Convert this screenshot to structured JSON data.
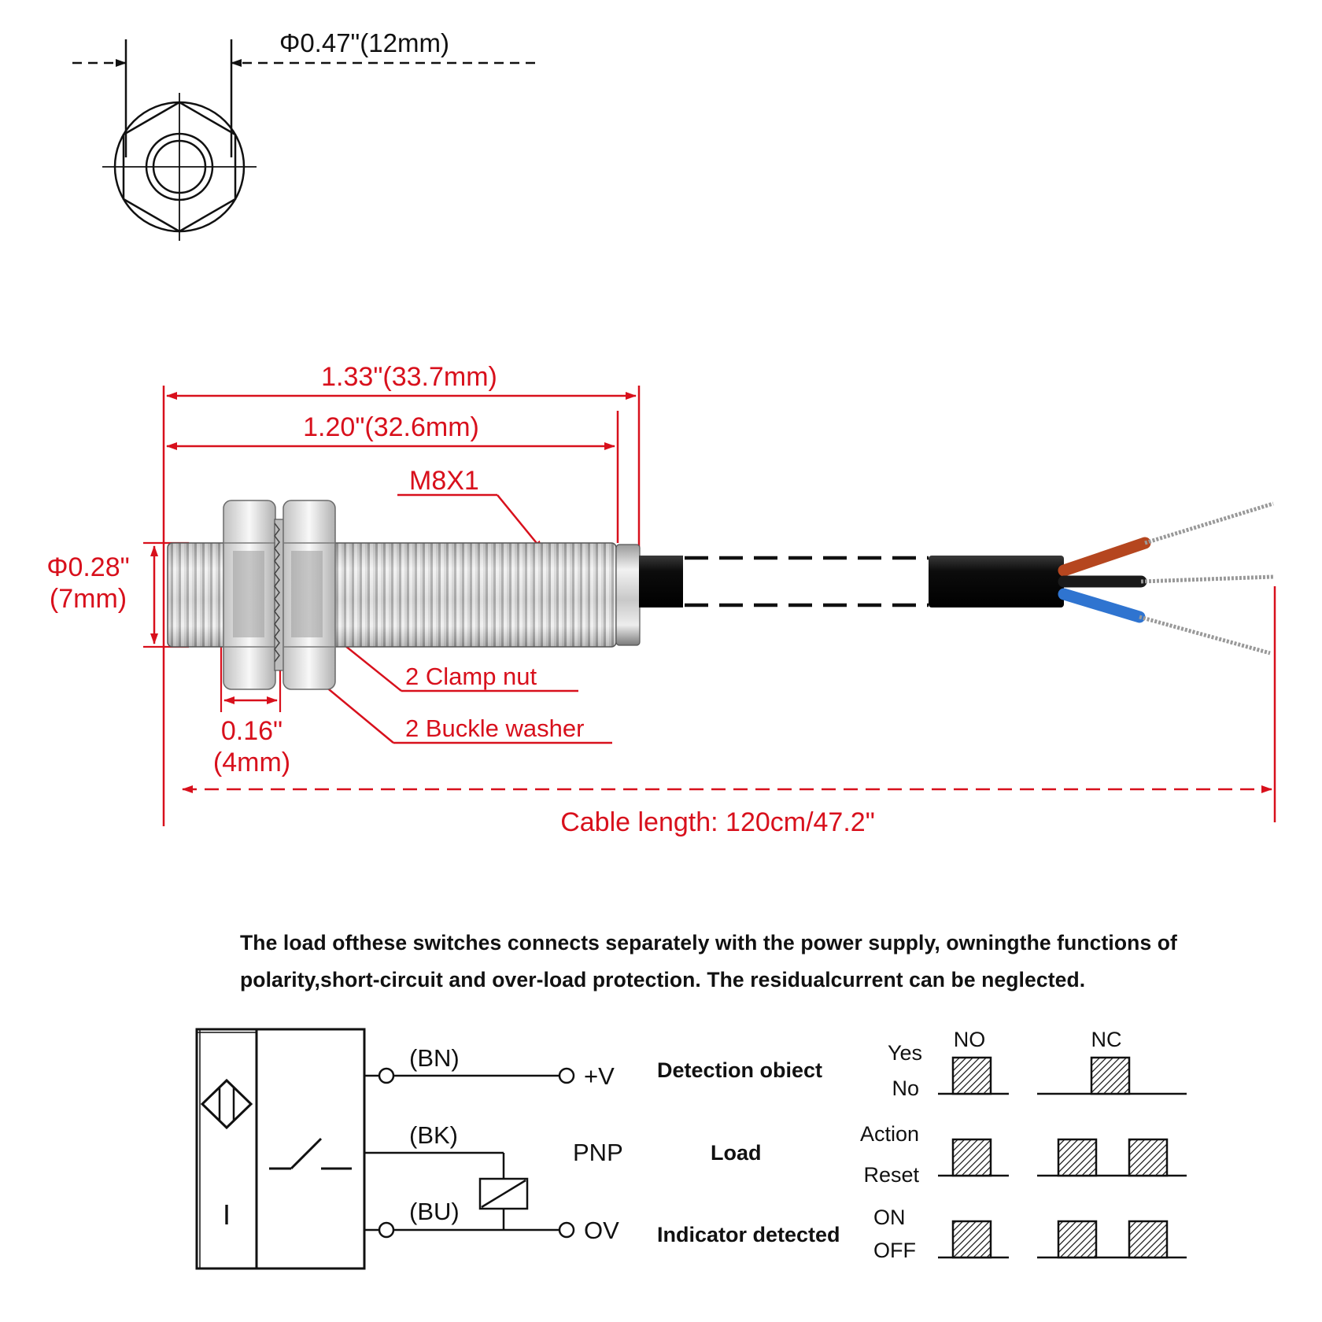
{
  "top_view": {
    "diameter_label": "Φ0.47\"(12mm)"
  },
  "side_view": {
    "overall_length": "1.33\"(33.7mm)",
    "thread_length": "1.20\"(32.6mm)",
    "thread_spec": "M8X1",
    "body_diameter": "Φ0.28\"",
    "body_diameter_mm": "(7mm)",
    "clamp_nut_label": "2 Clamp nut",
    "buckle_washer_label": "2 Buckle washer",
    "nut_width": "0.16\"",
    "nut_width_mm": "(4mm)",
    "cable_length": "Cable length: 120cm/47.2\""
  },
  "description": {
    "line1": "The load ofthese switches connects separately with the power supply, owningthe functions of",
    "line2": "polarity,short-circuit and over-load protection. The residualcurrent can be neglected."
  },
  "wiring": {
    "sensor_label": "I",
    "bn": "(BN)",
    "bk": "(BK)",
    "bu": "(BU)",
    "plus_v": "+V",
    "zero_v": "OV",
    "type": "PNP"
  },
  "timing": {
    "col_no": "NO",
    "col_nc": "NC",
    "rows": [
      {
        "label": "Detection obiect",
        "top": "Yes",
        "bottom": "No"
      },
      {
        "label": "Load",
        "top": "Action",
        "bottom": "Reset"
      },
      {
        "label": "Indicator detected",
        "top": "ON",
        "bottom": "OFF"
      }
    ]
  },
  "colors": {
    "dimension": "#d8101c",
    "brown_wire": "#b5461f",
    "blue_wire": "#2f74d0",
    "cable": "#111111"
  }
}
